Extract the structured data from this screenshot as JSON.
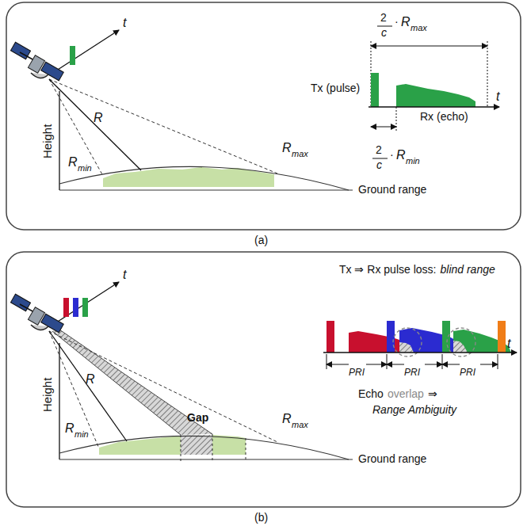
{
  "diagram": {
    "labels": [
      "t",
      "Height",
      "R",
      "R",
      "min",
      "R",
      "max",
      "Ground range",
      "2",
      "c",
      "·",
      "R",
      "max",
      "Tx (pulse)",
      "Rx (echo)",
      "t",
      "2",
      "c",
      "·",
      "R",
      "min",
      "(a)",
      "t",
      "Height",
      "R",
      "R",
      "min",
      "Gap",
      "R",
      "max",
      "Ground range",
      "Tx ⇒ Rx pulse loss:",
      "blind range",
      "t",
      "PRI",
      "PRI",
      "PRI",
      "Echo",
      "overlap",
      "⇒",
      "Range Ambiguity",
      "(b)"
    ]
  }
}
